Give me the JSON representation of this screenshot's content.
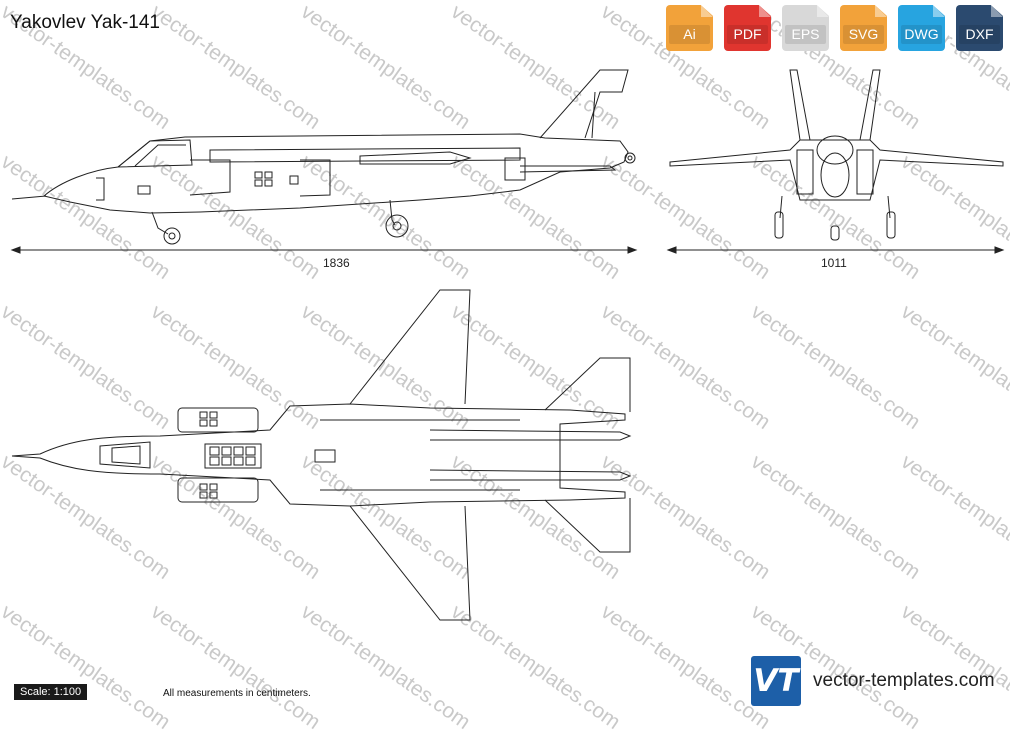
{
  "title": "Yakovlev Yak-141",
  "formats": [
    {
      "label": "Ai",
      "color": "#f2a23a"
    },
    {
      "label": "PDF",
      "color": "#e0352f"
    },
    {
      "label": "EPS",
      "color": "#d8d8d8"
    },
    {
      "label": "SVG",
      "color": "#f2a23a"
    },
    {
      "label": "DWG",
      "color": "#27a4e0"
    },
    {
      "label": "DXF",
      "color": "#2b4a6f"
    }
  ],
  "dimensions": {
    "length": "1836",
    "width": "1011"
  },
  "scale": "Scale: 1:100",
  "note": "All measurements in centimeters.",
  "brand": {
    "logo": "VT",
    "name": "vector-templates.com"
  },
  "watermark": "vector-templates.com"
}
